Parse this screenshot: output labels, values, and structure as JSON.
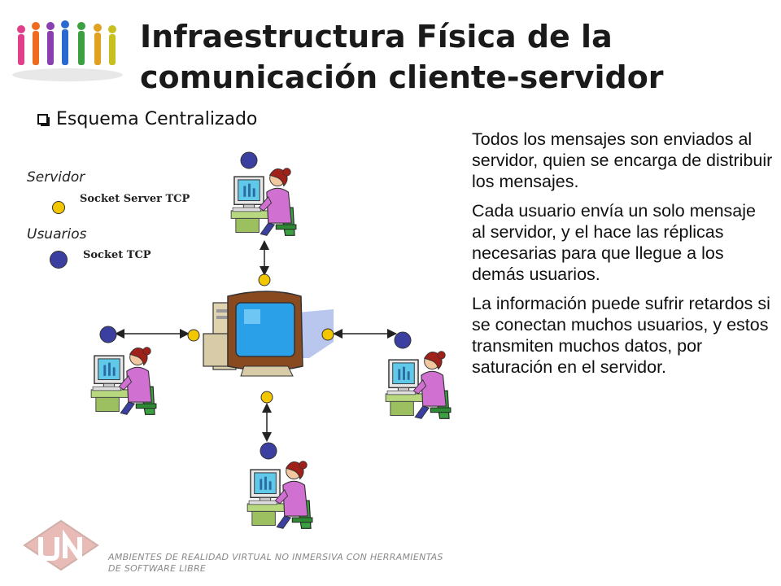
{
  "title": {
    "line1": "Infraestructura Física de la",
    "line2": "comunicación cliente-servidor"
  },
  "subtitle": "Esquema Centralizado",
  "legend": {
    "server_heading": "Servidor",
    "server_label": "Socket Server TCP",
    "users_heading": "Usuarios",
    "users_label": "Socket TCP",
    "server_color": "#f2c700",
    "user_color": "#3a3fa0"
  },
  "description": [
    "Todos los mensajes son enviados al servidor, quien se encarga de distribuir los mensajes.",
    "Cada usuario envía un solo mensaje al servidor, y el hace las réplicas necesarias para que llegue a los demás usuarios.",
    "La información puede sufrir retardos si se conectan muchos usuarios, y estos transmiten muchos datos, por saturación en el servidor."
  ],
  "footer": {
    "line1": "AMBIENTES DE REALIDAD VIRTUAL NO INMERSIVA CON HERRAMIENTAS",
    "line2": "DE SOFTWARE LIBRE"
  },
  "icons": {
    "logo": "people-logo-icon",
    "server": "server-computer-icon",
    "user": "user-at-computer-icon",
    "watermark": "un-logo-icon"
  }
}
